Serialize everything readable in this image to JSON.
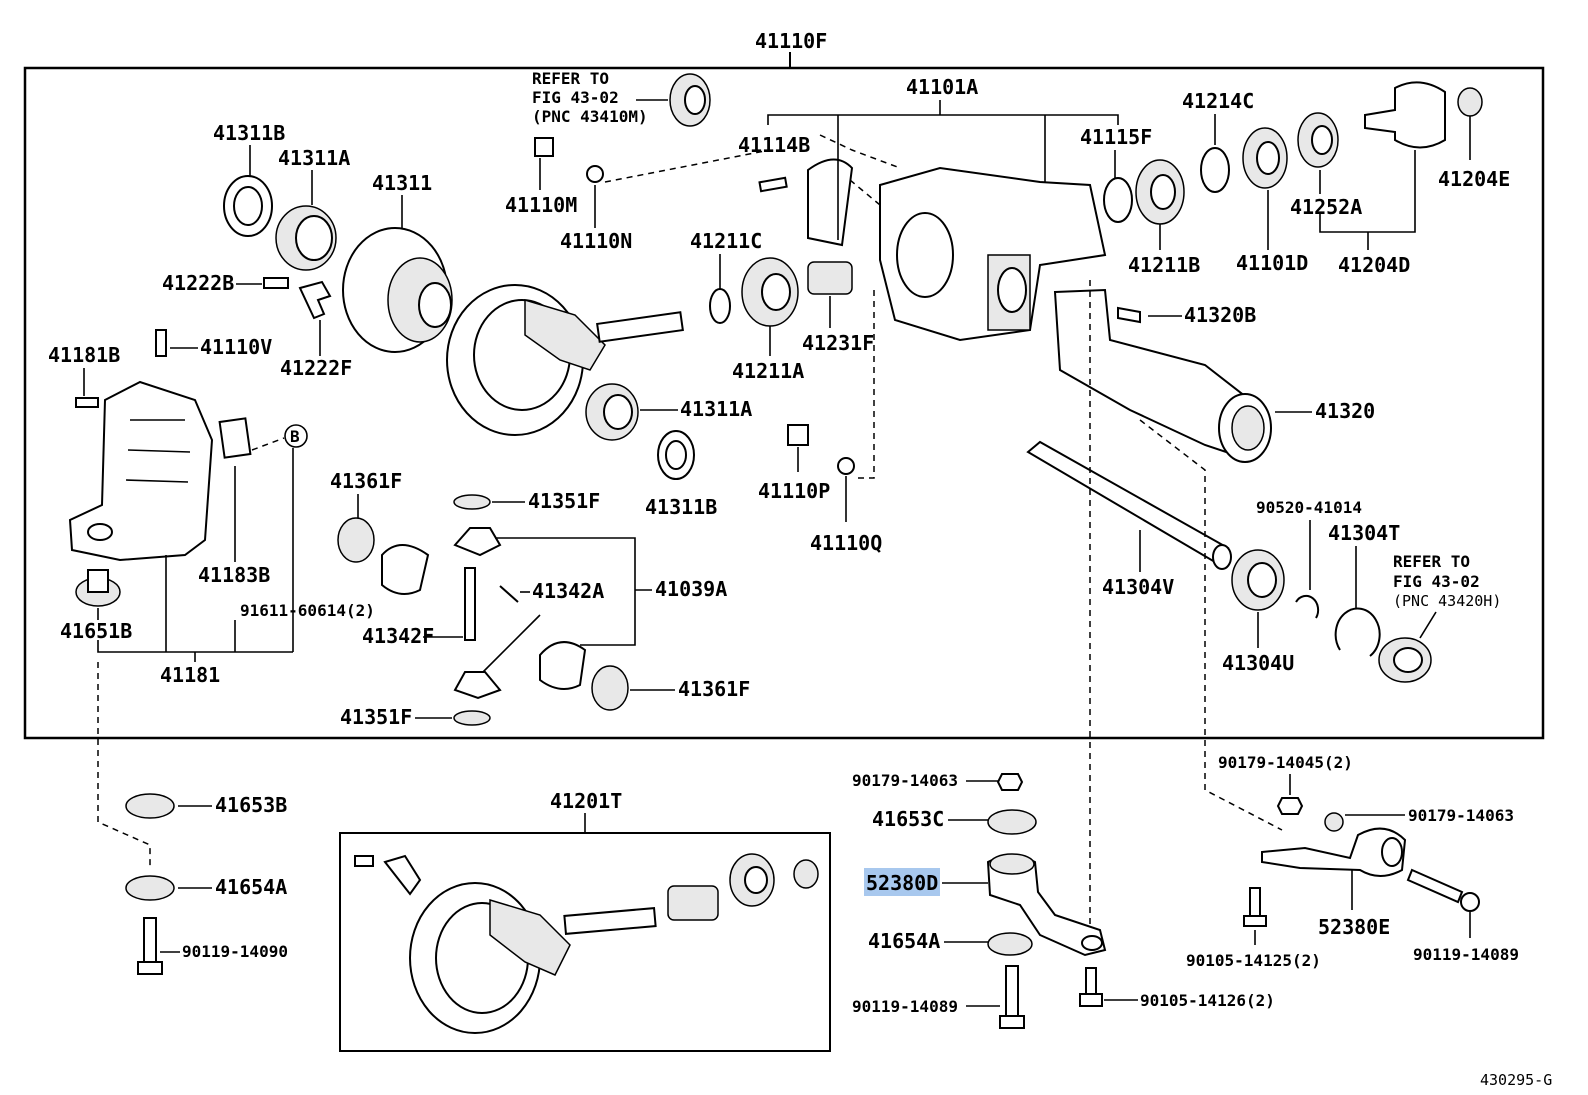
{
  "diagram": {
    "labels": {
      "p41110F": "41110F",
      "refer_top_l1": "REFER TO",
      "refer_top_l2": "FIG 43-02",
      "refer_top_l3": "(PNC 43410M)",
      "p41101A": "41101A",
      "p41214C": "41214C",
      "p41311B_top": "41311B",
      "p41311A_top": "41311A",
      "p41311": "41311",
      "p41114B": "41114B",
      "p41115F": "41115F",
      "p41110M": "41110M",
      "p41110N": "41110N",
      "p41211C": "41211C",
      "p41211B": "41211B",
      "p41101D": "41101D",
      "p41252A": "41252A",
      "p41204E": "41204E",
      "p41204D": "41204D",
      "p41222B": "41222B",
      "p41222F": "41222F",
      "p41110V": "41110V",
      "p41231F": "41231F",
      "p41211A": "41211A",
      "p41320B": "41320B",
      "p41181B": "41181B",
      "p41311A_mid": "41311A",
      "p41311B_mid": "41311B",
      "p41320": "41320",
      "circle_B": "B",
      "p41110P": "41110P",
      "p41110Q": "41110Q",
      "p41361F_top": "41361F",
      "p41351F_top": "41351F",
      "p90520_41014": "90520-41014",
      "p41304T": "41304T",
      "p41183B": "41183B",
      "p41342A": "41342A",
      "p41039A": "41039A",
      "p41304V": "41304V",
      "refer_right_l1": "REFER TO",
      "refer_right_l2": "FIG 43-02",
      "refer_right_l3": "(PNC 43420H)",
      "p91611_60614": "91611-60614(2)",
      "p41651B": "41651B",
      "p41342F": "41342F",
      "p41304U": "41304U",
      "p41181": "41181",
      "p41361F_bot": "41361F",
      "p41351F_bot": "41351F",
      "p90179_14063_mid": "90179-14063",
      "p90179_14045": "90179-14045(2)",
      "p41653B": "41653B",
      "p41201T": "41201T",
      "p41653C": "41653C",
      "p90179_14063_right": "90179-14063",
      "p52380D": "52380D",
      "p41654A_left": "41654A",
      "p52380E": "52380E",
      "p41654A_mid": "41654A",
      "p90119_14090": "90119-14090",
      "p90105_14125": "90105-14125(2)",
      "p90119_14089_right": "90119-14089",
      "p90119_14089_mid": "90119-14089",
      "p90105_14126": "90105-14126(2)",
      "fig_id": "430295-G"
    },
    "highlighted_part": "52380D",
    "highlight_color": "#a8c8ee"
  }
}
